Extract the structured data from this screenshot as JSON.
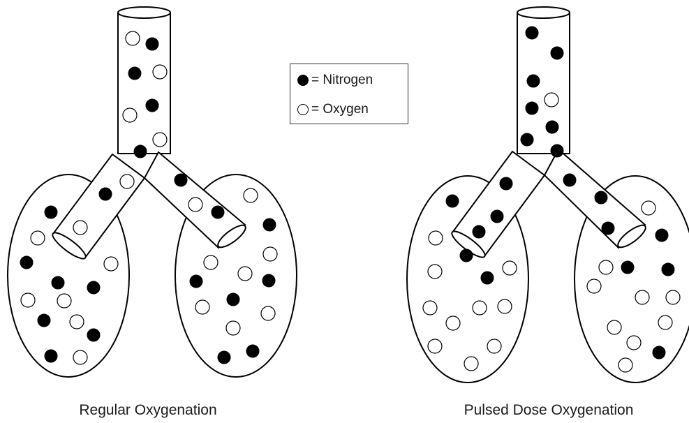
{
  "legend": {
    "nitrogen_label": "= Nitrogen",
    "oxygen_label": "= Oxygen"
  },
  "captions": {
    "left": "Regular Oxygenation",
    "right": "Pulsed Dose Oxygenation"
  },
  "colors": {
    "nitrogen": "#000000",
    "oxygen": "#ffffff",
    "stroke": "#000000"
  }
}
